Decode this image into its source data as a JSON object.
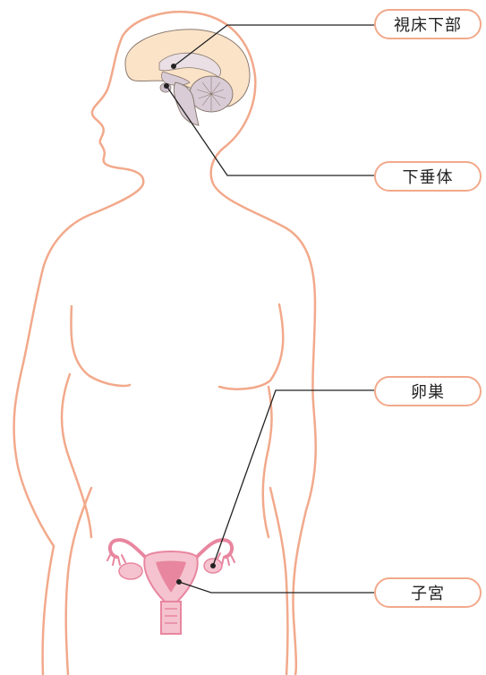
{
  "labels": {
    "hypothalamus": "視床下部",
    "pituitary": "下垂体",
    "ovary": "卵巣",
    "uterus": "子宮"
  },
  "colors": {
    "body_outline": "#f2a98b",
    "brain_fill": "#fbe3c8",
    "brain_inner": "#d9ccd6",
    "organ_pink": "#e8869f",
    "organ_light": "#f5c3cf",
    "leader_line": "#222222"
  }
}
